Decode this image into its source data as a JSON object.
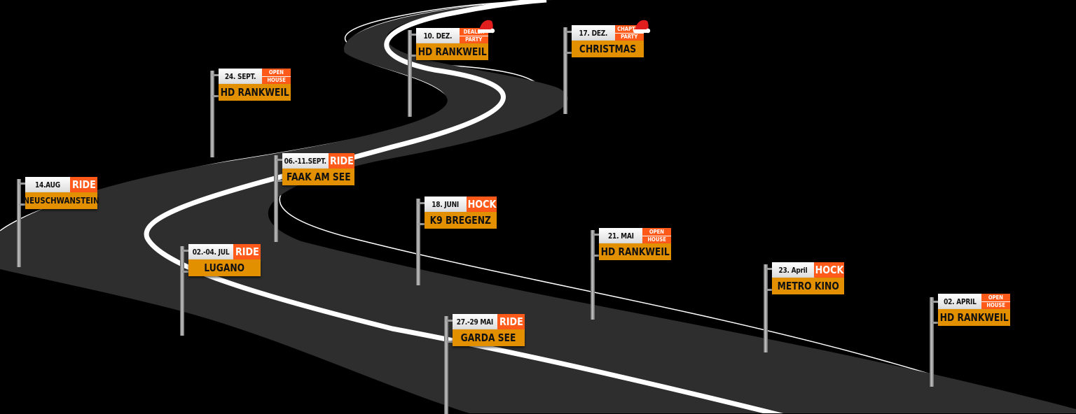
{
  "colors": {
    "background": "#000000",
    "road": "#2e2e2e",
    "road_center_line": "#ffffff",
    "sign_date_bg": "#ececec",
    "sign_tag_bg": "#ff5a1a",
    "sign_location_bg": "#e39000"
  },
  "signs": [
    {
      "date": "02. APRIL",
      "tag_lines": [
        "OPEN",
        "HOUSE"
      ],
      "location": "HD RANKWEIL",
      "icons": []
    },
    {
      "date": "23. April",
      "tag_lines": [
        "HOCK"
      ],
      "location": "METRO KINO",
      "icons": []
    },
    {
      "date": "21. MAI",
      "tag_lines": [
        "OPEN",
        "HOUSE"
      ],
      "location": "HD RANKWEIL",
      "icons": []
    },
    {
      "date": "27.-29 MAI",
      "tag_lines": [
        "RIDE"
      ],
      "location": "GARDA SEE",
      "icons": []
    },
    {
      "date": "18. JUNI",
      "tag_lines": [
        "HOCK"
      ],
      "location": "K9 BREGENZ",
      "icons": []
    },
    {
      "date": "02.-04. JUL",
      "tag_lines": [
        "RIDE"
      ],
      "location": "LUGANO",
      "icons": []
    },
    {
      "date": "14.AUG",
      "tag_lines": [
        "RIDE"
      ],
      "location": "NEUSCHWANSTEIN",
      "icons": []
    },
    {
      "date": "06.-11.SEPT.",
      "tag_lines": [
        "RIDE"
      ],
      "location": "FAAK AM SEE",
      "icons": []
    },
    {
      "date": "24. SEPT.",
      "tag_lines": [
        "OPEN",
        "HOUSE"
      ],
      "location": "HD RANKWEIL",
      "icons": []
    },
    {
      "date": "10. DEZ.",
      "tag_lines": [
        "DEALER",
        "PARTY"
      ],
      "location": "HD RANKWEIL",
      "icons": [
        "santa-hat-icon"
      ]
    },
    {
      "date": "17. DEZ.",
      "tag_lines": [
        "CHAPTER",
        "PARTY"
      ],
      "location": "CHRISTMAS",
      "icons": [
        "santa-hat-icon"
      ]
    }
  ]
}
